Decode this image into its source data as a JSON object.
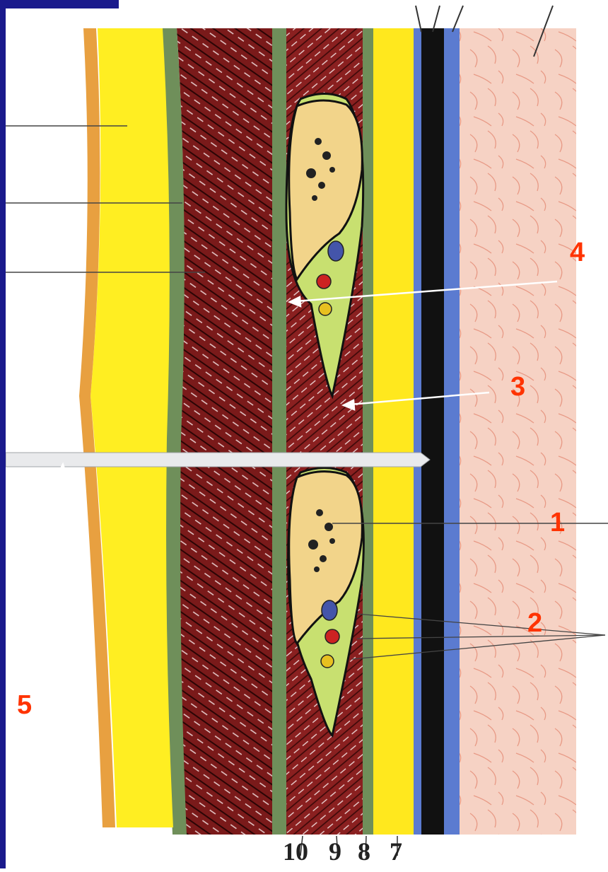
{
  "diagram": {
    "callouts": {
      "c1": "1",
      "c2": "2",
      "c3": "3",
      "c4": "4",
      "c5": "5"
    },
    "bottom_labels": {
      "l10": "10",
      "l9": "9",
      "l8": "8",
      "l7": "7"
    },
    "colors": {
      "callout": "#ff3300",
      "frame": "#1a1a8c",
      "fat": "#ffee22",
      "muscle": "#7a1a1a",
      "fascia": "#6f8f5a",
      "skin": "#f4c8b8",
      "blue_layer": "#5577cc",
      "black_layer": "#111111",
      "vein": "#4455aa",
      "artery": "#cc2222",
      "nerve": "#e8c020"
    }
  }
}
